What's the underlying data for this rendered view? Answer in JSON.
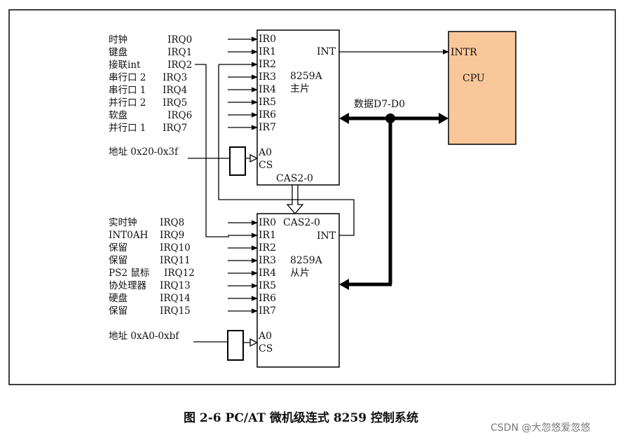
{
  "master": {
    "pins": [
      "IR0",
      "IR1",
      "IR2",
      "IR3",
      "IR4",
      "IR5",
      "IR6",
      "IR7"
    ],
    "name": "8259A",
    "role": "主片",
    "int": "INT",
    "a0": "A0",
    "cs": "CS",
    "cas": "CAS2-0",
    "sources": [
      {
        "name": "时钟",
        "irq": "IRQ0"
      },
      {
        "name": "键盘",
        "irq": "IRQ1"
      },
      {
        "name": "接联int",
        "irq": "IRQ2"
      },
      {
        "name": "串行口 2",
        "irq": "IRQ3"
      },
      {
        "name": "串行口 1",
        "irq": "IRQ4"
      },
      {
        "name": "并行口 2",
        "irq": "IRQ5"
      },
      {
        "name": "软盘",
        "irq": "IRQ6"
      },
      {
        "name": "并行口 1",
        "irq": "IRQ7"
      }
    ],
    "address": "地址 0x20-0x3f"
  },
  "slave": {
    "pins": [
      "IR0",
      "IR1",
      "IR2",
      "IR3",
      "IR4",
      "IR5",
      "IR6",
      "IR7"
    ],
    "name": "8259A",
    "role": "从片",
    "int": "INT",
    "a0": "A0",
    "cs": "CS",
    "cas": "CAS2-0",
    "sources": [
      {
        "name": "实时钟",
        "irq": "IRQ8"
      },
      {
        "name": "INT0AH",
        "irq": "IRQ9"
      },
      {
        "name": "保留",
        "irq": "IRQ10"
      },
      {
        "name": "保留",
        "irq": "IRQ11"
      },
      {
        "name": "PS2 鼠标",
        "irq": "IRQ12"
      },
      {
        "name": "协处理器",
        "irq": "IRQ13"
      },
      {
        "name": "硬盘",
        "irq": "IRQ14"
      },
      {
        "name": "保留",
        "irq": "IRQ15"
      }
    ],
    "address": "地址 0xA0-0xbf"
  },
  "cpu": {
    "intr": "INTR",
    "label": "CPU"
  },
  "bus_label": "数据D7-D0",
  "caption": "图 2-6 PC/AT 微机级连式 8259 控制系统",
  "watermark": "CSDN @大忽悠爱忽悠",
  "colors": {
    "cpu_fill": "#f9c89a",
    "line": "#000000"
  }
}
